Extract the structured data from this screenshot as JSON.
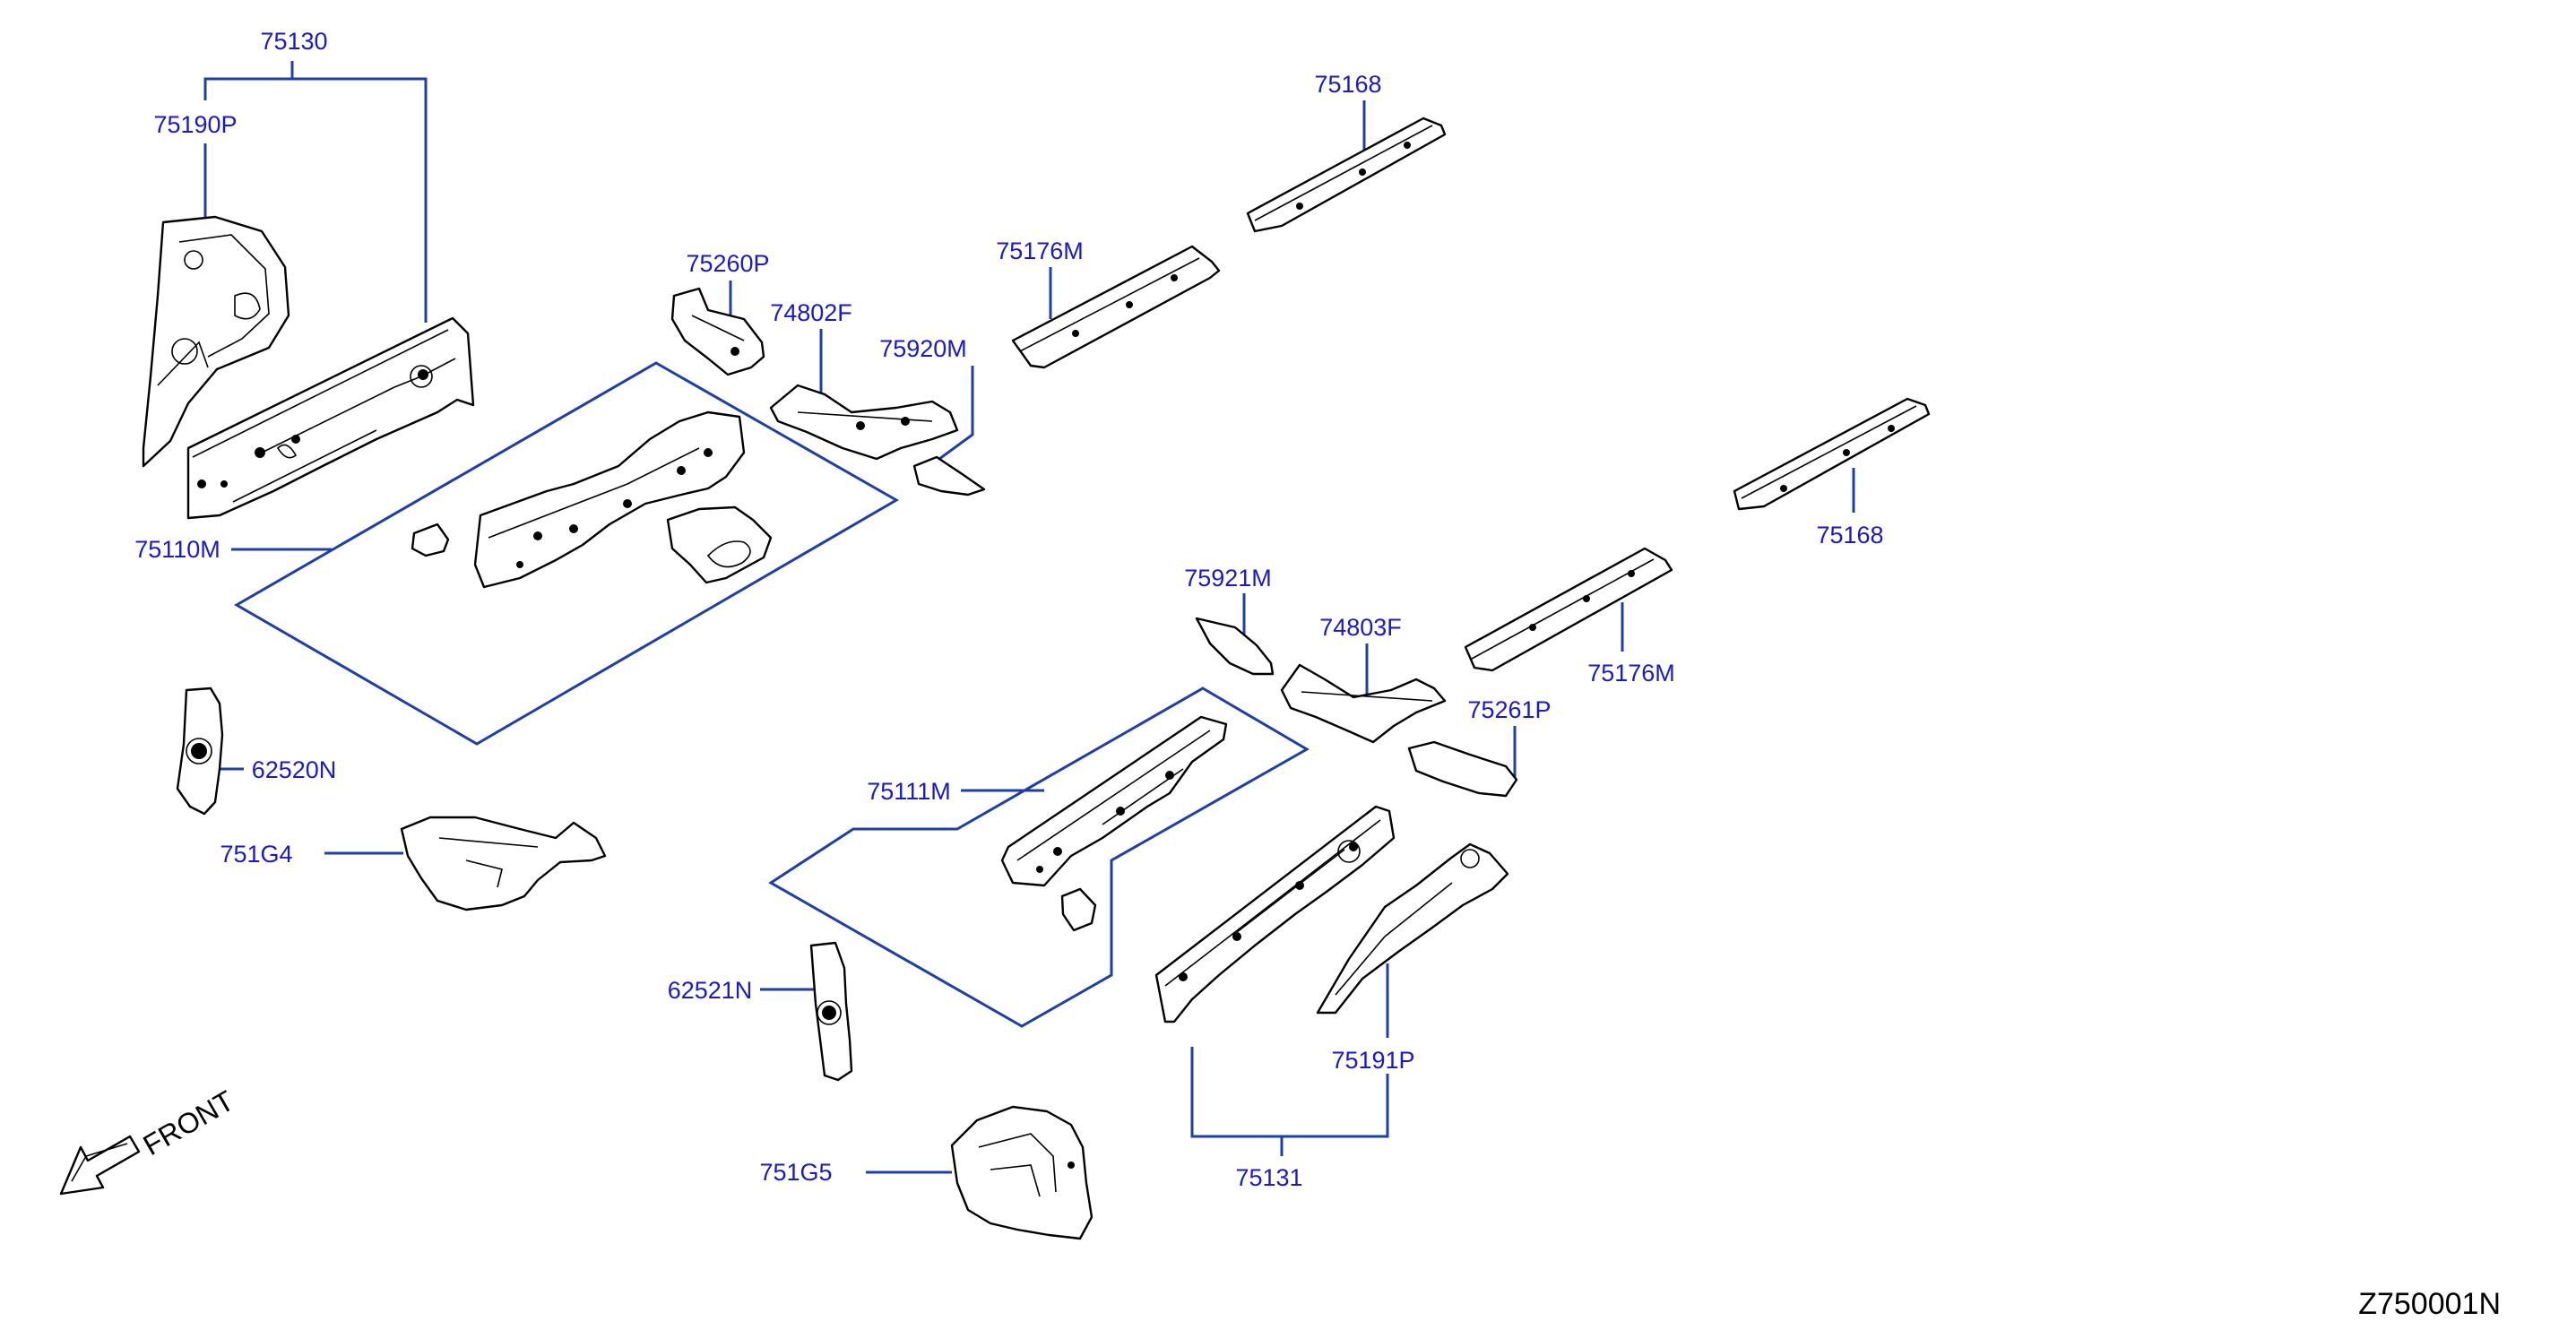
{
  "diagram_code": "Z750001N",
  "front_label": "FRONT",
  "parts": {
    "p75130": "75130",
    "p75190P": "75190P",
    "p75110M": "75110M",
    "p75260P": "75260P",
    "p74802F": "74802F",
    "p75920M": "75920M",
    "p75176M_a": "75176M",
    "p75168_a": "75168",
    "p75168_b": "75168",
    "p75176M_b": "75176M",
    "p75921M": "75921M",
    "p74803F": "74803F",
    "p75261P": "75261P",
    "p75111M": "75111M",
    "p62520N": "62520N",
    "p751G4": "751G4",
    "p62521N": "62521N",
    "p751G5": "751G5",
    "p75191P": "75191P",
    "p75131": "75131"
  }
}
